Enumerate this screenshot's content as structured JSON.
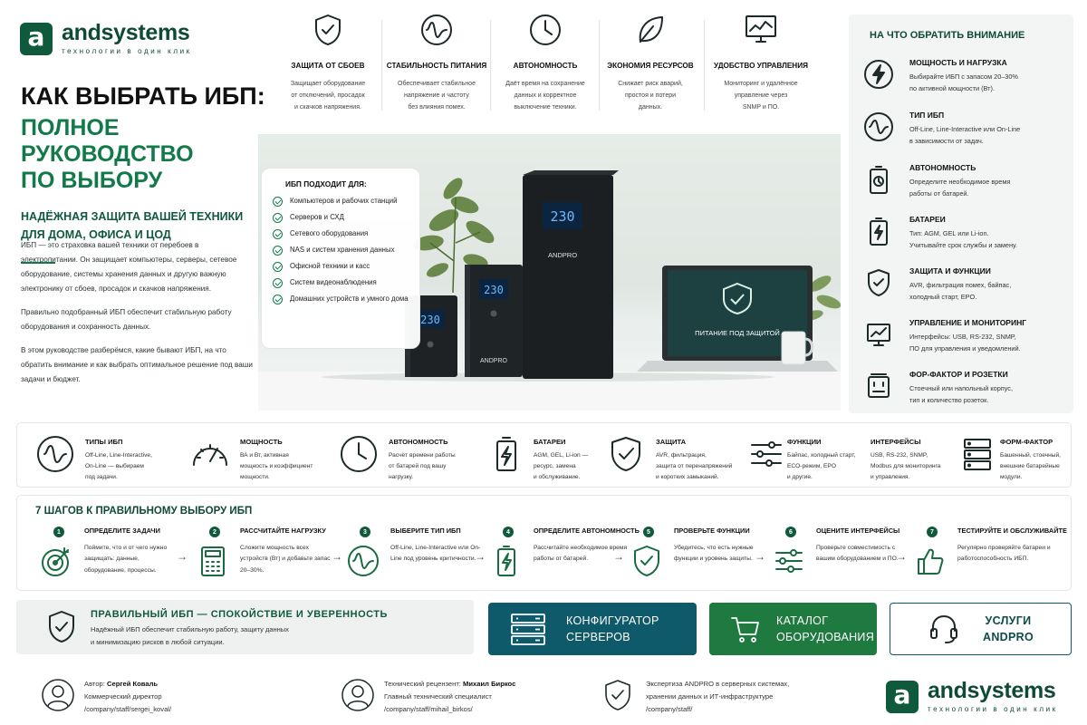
{
  "brand": {
    "name": "andsystems",
    "tagline": "технологии в один клик",
    "logo_letter": "a"
  },
  "hero": {
    "title": "КАК ВЫБРАТЬ ИБП:",
    "title2_line1": "ПОЛНОЕ РУКОВОДСТВО",
    "title2_line2": "ПО ВЫБОРУ",
    "subtitle_line1": "НАДЁЖНАЯ ЗАЩИТА ВАШЕЙ ТЕХНИКИ",
    "subtitle_line2": "ДЛЯ ДОМА, ОФИСА И ЦОД",
    "intro": [
      "ИБП — это страховка вашей техники от перебоев в электропитании. Он защищает компьютеры, серверы, сетевое оборудование, системы хранения данных и другую важную электронику от сбоев, просадок и скачков напряжения.",
      "Правильно подобранный ИБП обеспечит стабильную работу оборудования и сохранность данных.",
      "В этом руководстве разберёмся, какие бывают ИБП, на что обратить внимание и как выбрать оптимальное решение под ваши задачи и бюджет."
    ]
  },
  "benefits": [
    {
      "icon": "shield-icon",
      "title": "ЗАЩИТА ОТ СБОЕВ",
      "desc": [
        "Защищает оборудование",
        "от отключений, просадок",
        "и скачков напряжения."
      ]
    },
    {
      "icon": "wave-icon",
      "title": "СТАБИЛЬНОСТЬ ПИТАНИЯ",
      "desc": [
        "Обеспечивает стабильное",
        "напряжение и частоту",
        "без влияния помех."
      ]
    },
    {
      "icon": "clock-icon",
      "title": "АВТОНОМНОСТЬ",
      "desc": [
        "Даёт время на сохранение",
        "данных и корректное",
        "выключение техники."
      ]
    },
    {
      "icon": "leaf-icon",
      "title": "ЭКОНОМИЯ РЕСУРСОВ",
      "desc": [
        "Снижает риск аварий,",
        "простоя и потери",
        "данных."
      ]
    },
    {
      "icon": "monitor-chart-icon",
      "title": "УДОБСТВО УПРАВЛЕНИЯ",
      "desc": [
        "Мониторинг и удалённое",
        "управление через",
        "SNMP и ПО."
      ]
    }
  ],
  "suits": {
    "title": "ИБП ПОДХОДИТ ДЛЯ:",
    "items": [
      "Компьютеров и рабочих станций",
      "Серверов и СХД",
      "Сетевого оборудования",
      "NAS и систем хранения данных",
      "Офисной техники и касс",
      "Систем видеонаблюдения",
      "Домашних устройств и умного дома"
    ]
  },
  "photo": {
    "ups_display_small": "230",
    "ups_display_mid": "230",
    "ups_display_tower": "230",
    "ups_brand": "ANDPRO",
    "laptop_text": "ПИТАНИЕ ПОД ЗАЩИТОЙ"
  },
  "attention": {
    "title": "НА ЧТО ОБРАТИТЬ ВНИМАНИЕ",
    "items": [
      {
        "icon": "bolt-icon",
        "title": "МОЩНОСТЬ И НАГРУЗКА",
        "desc": [
          "Выбирайте ИБП с запасом 20–30%",
          "по активной мощности (Вт)."
        ]
      },
      {
        "icon": "wave-icon",
        "title": "ТИП ИБП",
        "desc": [
          "Off-Line, Line-Interactive или On-Line",
          "в зависимости от задач."
        ]
      },
      {
        "icon": "battery-clock-icon",
        "title": "АВТОНОМНОСТЬ",
        "desc": [
          "Определите необходимое время",
          "работы от батарей."
        ]
      },
      {
        "icon": "battery-icon",
        "title": "БАТАРЕИ",
        "desc": [
          "Тип: AGM, GEL или Li-ion.",
          "Учитывайте срок службы и замену."
        ]
      },
      {
        "icon": "shield-icon",
        "title": "ЗАЩИТА И ФУНКЦИИ",
        "desc": [
          "AVR, фильтрация помех, байпас,",
          "холодный старт, EPO."
        ]
      },
      {
        "icon": "monitoring-icon",
        "title": "УПРАВЛЕНИЕ И МОНИТОРИНГ",
        "desc": [
          "Интерфейсы: USB, RS-232, SNMP,",
          "ПО для управления и уведомлений."
        ]
      },
      {
        "icon": "socket-icon",
        "title": "ФОР-ФАКТОР И РОЗЕТКИ",
        "desc": [
          "Стоечный или напольный корпус,",
          "тип и количество розеток."
        ]
      }
    ]
  },
  "features": [
    {
      "icon": "wave-icon",
      "title": "ТИПЫ ИБП",
      "desc": [
        "Off-Line, Line-Interactive,",
        "On-Line — выбираем",
        "под задачи."
      ]
    },
    {
      "icon": "gauge-icon",
      "title": "МОЩНОСТЬ",
      "desc": [
        "ВА и Вт, активная",
        "мощность и коэффициент",
        "мощности."
      ]
    },
    {
      "icon": "clock-icon",
      "title": "АВТОНОМНОСТЬ",
      "desc": [
        "Расчёт времени работы",
        "от батарей под вашу",
        "нагрузку."
      ]
    },
    {
      "icon": "battery-icon",
      "title": "БАТАРЕИ",
      "desc": [
        "AGM, GEL, Li-ion —",
        "ресурс, замена",
        "и обслуживание."
      ]
    },
    {
      "icon": "shield-check-icon",
      "title": "ЗАЩИТА",
      "desc": [
        "AVR, фильтрация,",
        "защита от перенапряжений",
        "и коротких замыканий."
      ]
    },
    {
      "icon": "sliders-icon",
      "title": "ФУНКЦИИ",
      "desc": [
        "Байпас, холодный старт,",
        "ECO-режим, EPO",
        "и другие."
      ]
    },
    {
      "icon": "network-icon",
      "title": "ИНТЕРФЕЙСЫ",
      "desc": [
        "USB, RS-232, SNMP,",
        "Modbus для мониторинга",
        "и управления."
      ]
    },
    {
      "icon": "server-icon",
      "title": "ФОРМ-ФАКТОР",
      "desc": [
        "Башенный, стоечный,",
        "внешние батарейные",
        "модули."
      ]
    }
  ],
  "steps": {
    "title": "7 ШАГОВ К ПРАВИЛЬНОМУ ВЫБОРУ ИБП",
    "items": [
      {
        "num": "1",
        "icon": "target-icon",
        "title": "ОПРЕДЕЛИТЕ ЗАДАЧИ",
        "desc": "Поймите, что и от чего нужно защищать: данные, оборудование, процессы."
      },
      {
        "num": "2",
        "icon": "calculator-icon",
        "title": "РАССЧИТАЙТЕ НАГРУЗКУ",
        "desc": "Сложите мощность всех устройств (Вт) и добавьте запас 20–30%."
      },
      {
        "num": "3",
        "icon": "wave-icon",
        "title": "ВЫБЕРИТЕ ТИП ИБП",
        "desc": "Off-Line, Line-Interactive или On-Line под уровень критичности."
      },
      {
        "num": "4",
        "icon": "battery-icon",
        "title": "ОПРЕДЕЛИТЕ АВТОНОМНОСТЬ",
        "desc": "Рассчитайте необходимое время работы от батарей."
      },
      {
        "num": "5",
        "icon": "shield-check-icon",
        "title": "ПРОВЕРЬТЕ ФУНКЦИИ",
        "desc": "Убедитесь, что есть нужные функции и уровень защиты."
      },
      {
        "num": "6",
        "icon": "sliders-icon",
        "title": "ОЦЕНИТЕ ИНТЕРФЕЙСЫ",
        "desc": "Проверьте совместимость с вашим оборудованием и ПО."
      },
      {
        "num": "7",
        "icon": "thumbs-up-icon",
        "title": "ТЕСТИРУЙТЕ И ОБСЛУЖИВАЙТЕ",
        "desc": "Регулярно проверяйте батареи и работоспособность ИБП."
      }
    ]
  },
  "cta": {
    "title": "ПРАВИЛЬНЫЙ ИБП — СПОКОЙСТВИЕ И УВЕРЕННОСТЬ",
    "desc_line1": "Надёжный ИБП обеспечит стабильную работу, защиту данных",
    "desc_line2": "и минимизацию рисков в любой ситуации.",
    "btn_configurator": [
      "КОНФИГУРАТОР",
      "СЕРВЕРОВ"
    ],
    "btn_catalog": [
      "КАТАЛОГ",
      "ОБОРУДОВАНИЯ"
    ],
    "btn_services": [
      "УСЛУГИ",
      "ANDPRO"
    ]
  },
  "footer": {
    "author_label": "Автор:",
    "author_name": "Сергей Коваль",
    "author_role": "Коммерческий директор",
    "author_link": "/company/staff/sergei_koval/",
    "reviewer_label": "Технический рецензент:",
    "reviewer_name": "Михаил Биркос",
    "reviewer_role": "Главный технический специалист",
    "reviewer_link": "/company/staff/mihail_birkos/",
    "expertise_line1": "Экспертиза ANDPRO в серверных системах,",
    "expertise_line2": "хранении данных и ИТ-инфраструктуре",
    "expertise_link": "/company/staff/"
  },
  "colors": {
    "brand_green": "#0f5a3c",
    "accent_green": "#127a4a",
    "btn_blue": "#0f5a6a",
    "btn_green": "#1e7a3e"
  }
}
